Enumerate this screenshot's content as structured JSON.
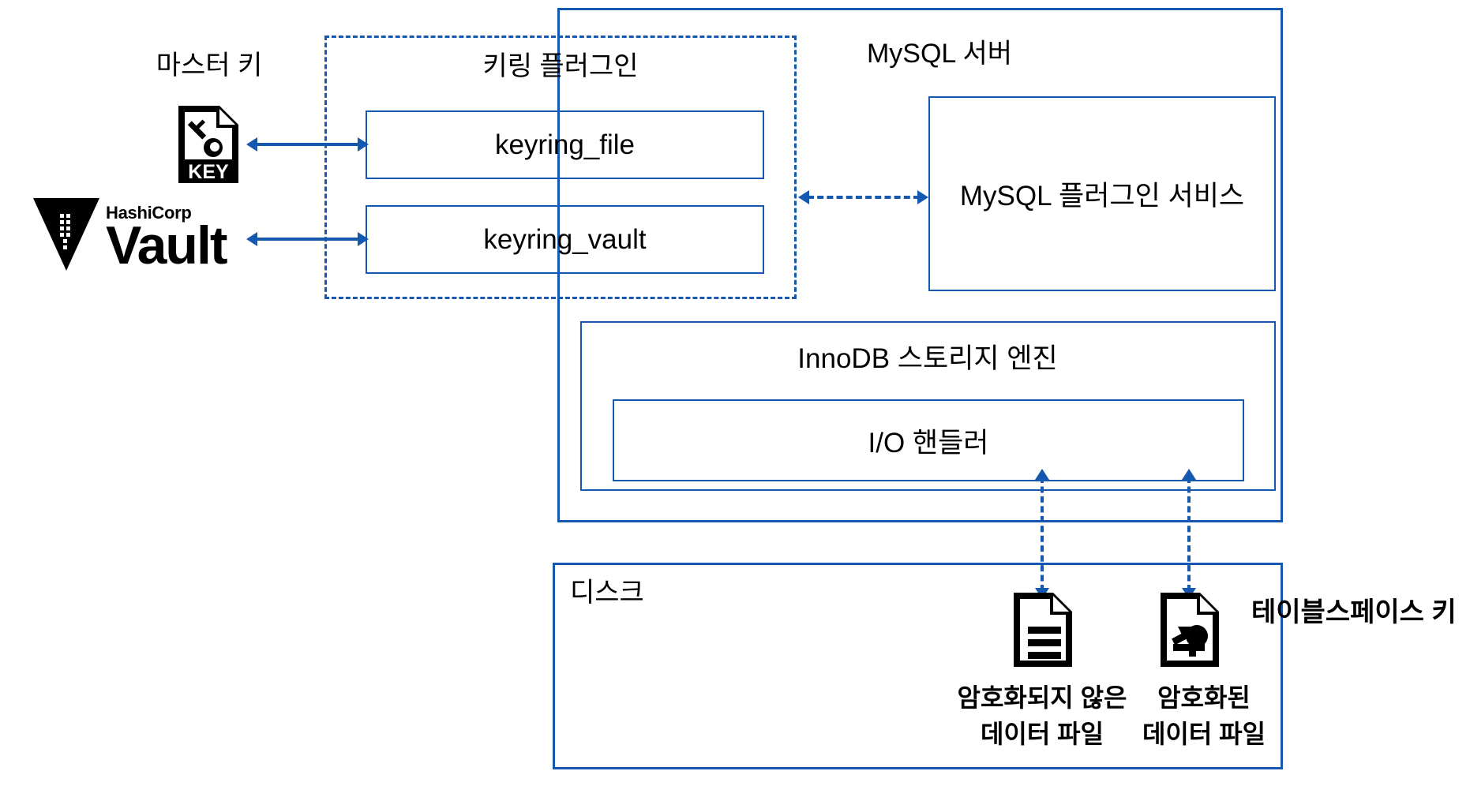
{
  "diagram": {
    "title": "MySQL Keyring / TDE architecture",
    "accent_color": "#1558b0",
    "text_color": "#000000",
    "background": "#ffffff"
  },
  "master_key": {
    "label": "마스터 키",
    "key_file_icon": "key-file-icon",
    "key_file_text": "KEY"
  },
  "vault": {
    "logo_icon": "hashicorp-vault-logo-icon",
    "vendor": "HashiCorp",
    "name": "Vault"
  },
  "keyring_plugin": {
    "title": "키링 플러그인",
    "plugins": [
      {
        "label": "keyring_file"
      },
      {
        "label": "keyring_vault"
      }
    ]
  },
  "mysql_server": {
    "title": "MySQL 서버",
    "plugin_service": {
      "label": "MySQL 플러그인 서비스"
    },
    "innodb": {
      "label": "InnoDB 스토리지 엔진",
      "io_handler": {
        "label": "I/O 핸들러"
      }
    }
  },
  "disk": {
    "title": "디스크",
    "files": [
      {
        "icon": "document-file-icon",
        "label_line1": "암호화되지 않은",
        "label_line2": "데이터 파일"
      },
      {
        "icon": "encrypted-document-file-icon",
        "label_line1": "암호화된",
        "label_line2": "데이터 파일"
      }
    ],
    "tablespace_key_label": "테이블스페이스 키"
  }
}
